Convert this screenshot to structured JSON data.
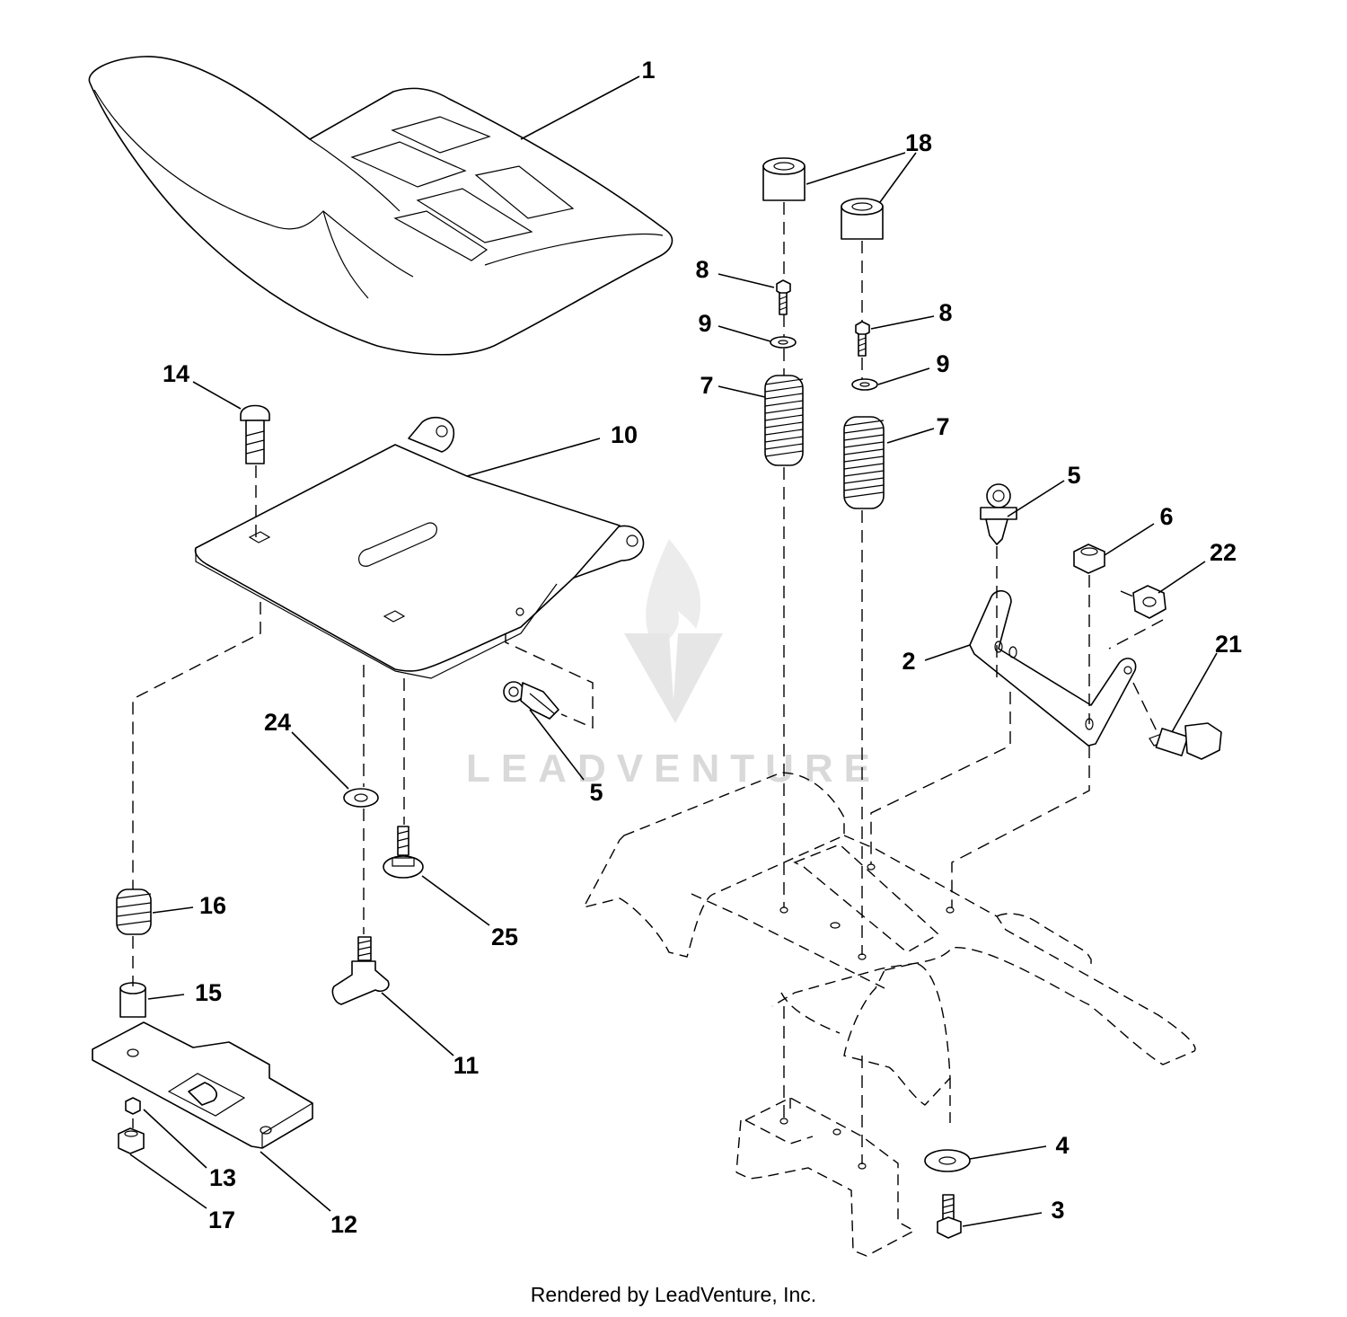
{
  "watermark": {
    "text": "LEADVENTURE"
  },
  "footer": {
    "text": "Rendered by LeadVenture, Inc."
  },
  "callouts": [
    "1",
    "18",
    "8",
    "9",
    "7",
    "8",
    "9",
    "7",
    "14",
    "10",
    "5",
    "6",
    "22",
    "2",
    "21",
    "24",
    "5",
    "16",
    "25",
    "15",
    "11",
    "13",
    "12",
    "17",
    "4",
    "3"
  ]
}
